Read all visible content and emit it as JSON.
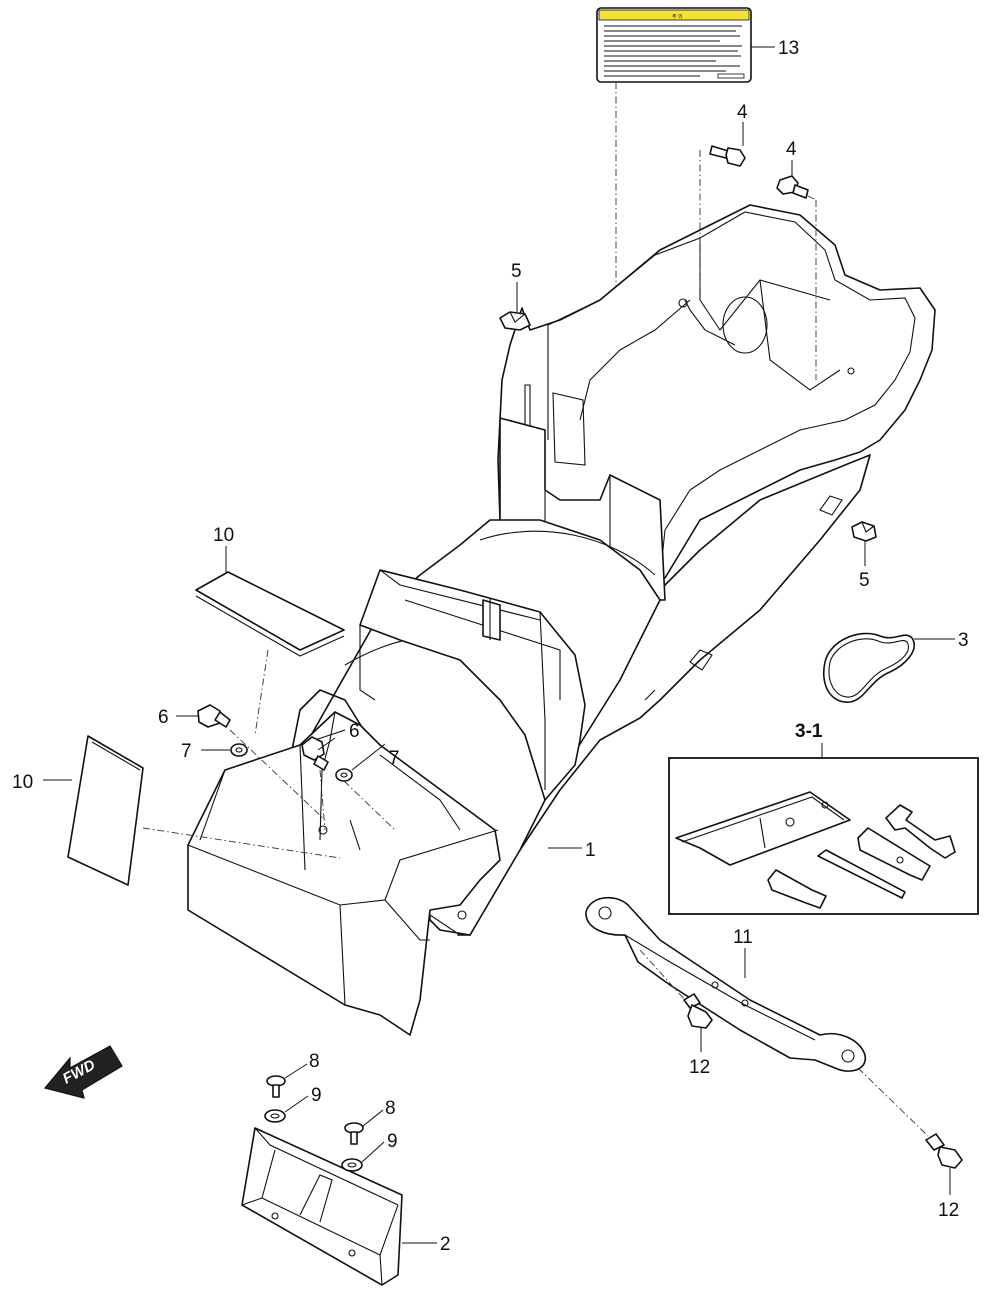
{
  "diagram": {
    "callouts": {
      "c1": "1",
      "c2": "2",
      "c3": "3",
      "c3_1": "3-1",
      "c4a": "4",
      "c4b": "4",
      "c5a": "5",
      "c5b": "5",
      "c6a": "6",
      "c6b": "6",
      "c7a": "7",
      "c7b": "7",
      "c8a": "8",
      "c8b": "8",
      "c9a": "9",
      "c9b": "9",
      "c10a": "10",
      "c10b": "10",
      "c11": "11",
      "c12a": "12",
      "c12b": "12",
      "c13": "13"
    },
    "direction_arrow": "FWD",
    "warning_label": {
      "header": "주 의"
    },
    "colors": {
      "line": "#111111",
      "label_header": "#f4e23a",
      "background": "#ffffff"
    }
  }
}
